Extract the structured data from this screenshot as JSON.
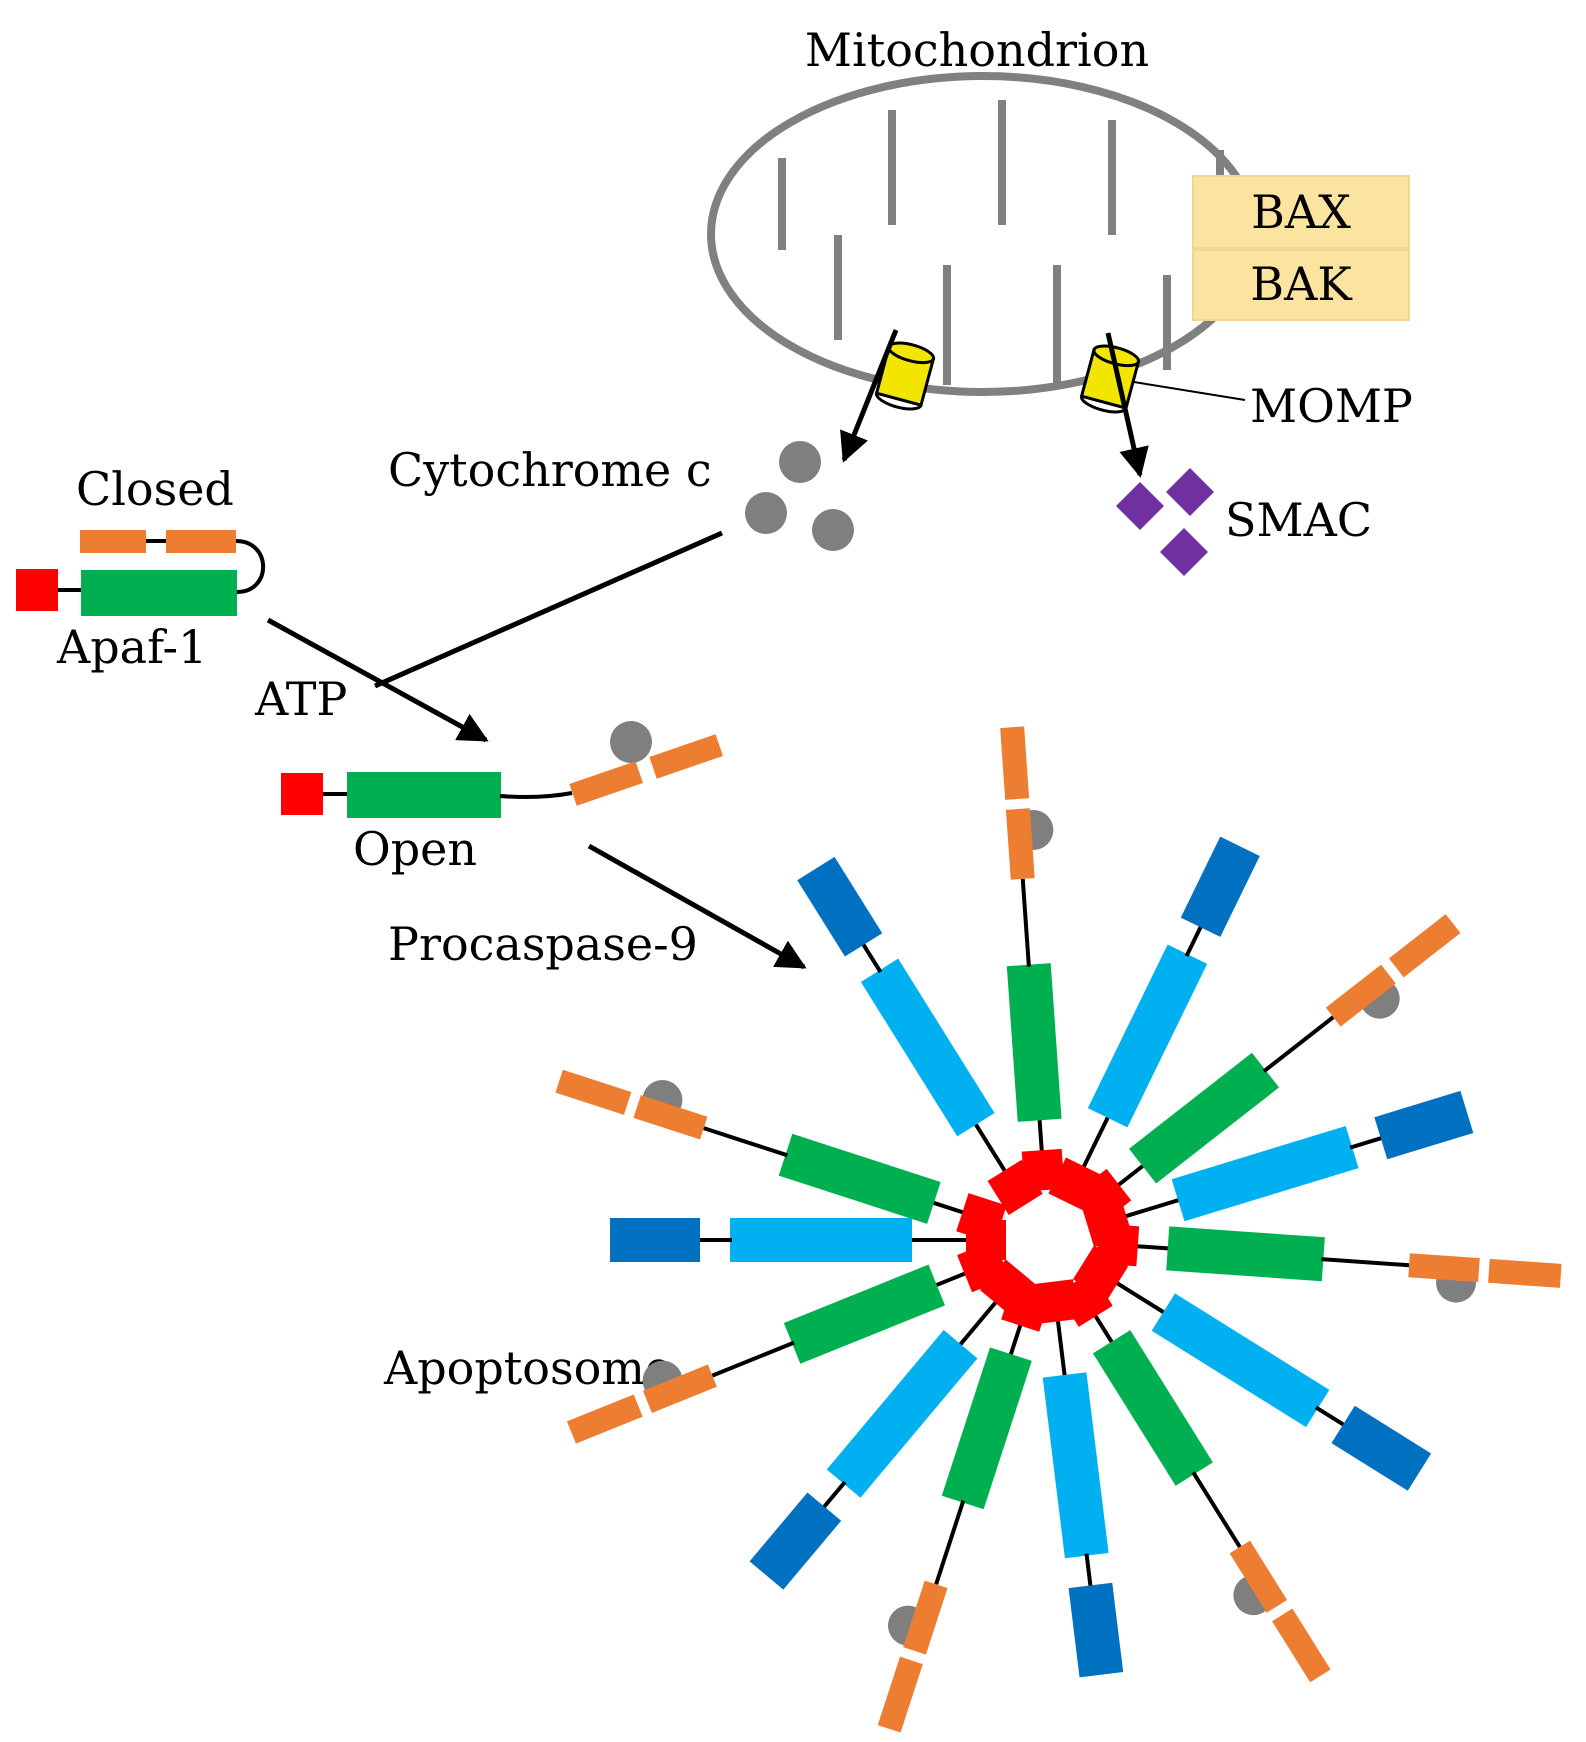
{
  "labels": {
    "mitochondrion": "Mitochondrion",
    "bax": "BAX",
    "bak": "BAK",
    "momp": "MOMP",
    "cytochrome_c": "Cytochrome c",
    "smac": "SMAC",
    "closed": "Closed",
    "apaf1": "Apaf-1",
    "atp": "ATP",
    "open": "Open",
    "procaspase9": "Procaspase-9",
    "apoptosome": "Apoptosome"
  },
  "colors": {
    "membrane": "#808080",
    "bax_bak_fill": "#FBE3A0",
    "pore": "#F2E500",
    "cytochrome": "#7F7F7F",
    "smac": "#7030A0",
    "card": "#FF0000",
    "nbd": "#00B050",
    "wd40": "#ED7D31",
    "casp_pro": "#00B0F0",
    "casp_card": "#0070C0",
    "line": "#000000"
  }
}
